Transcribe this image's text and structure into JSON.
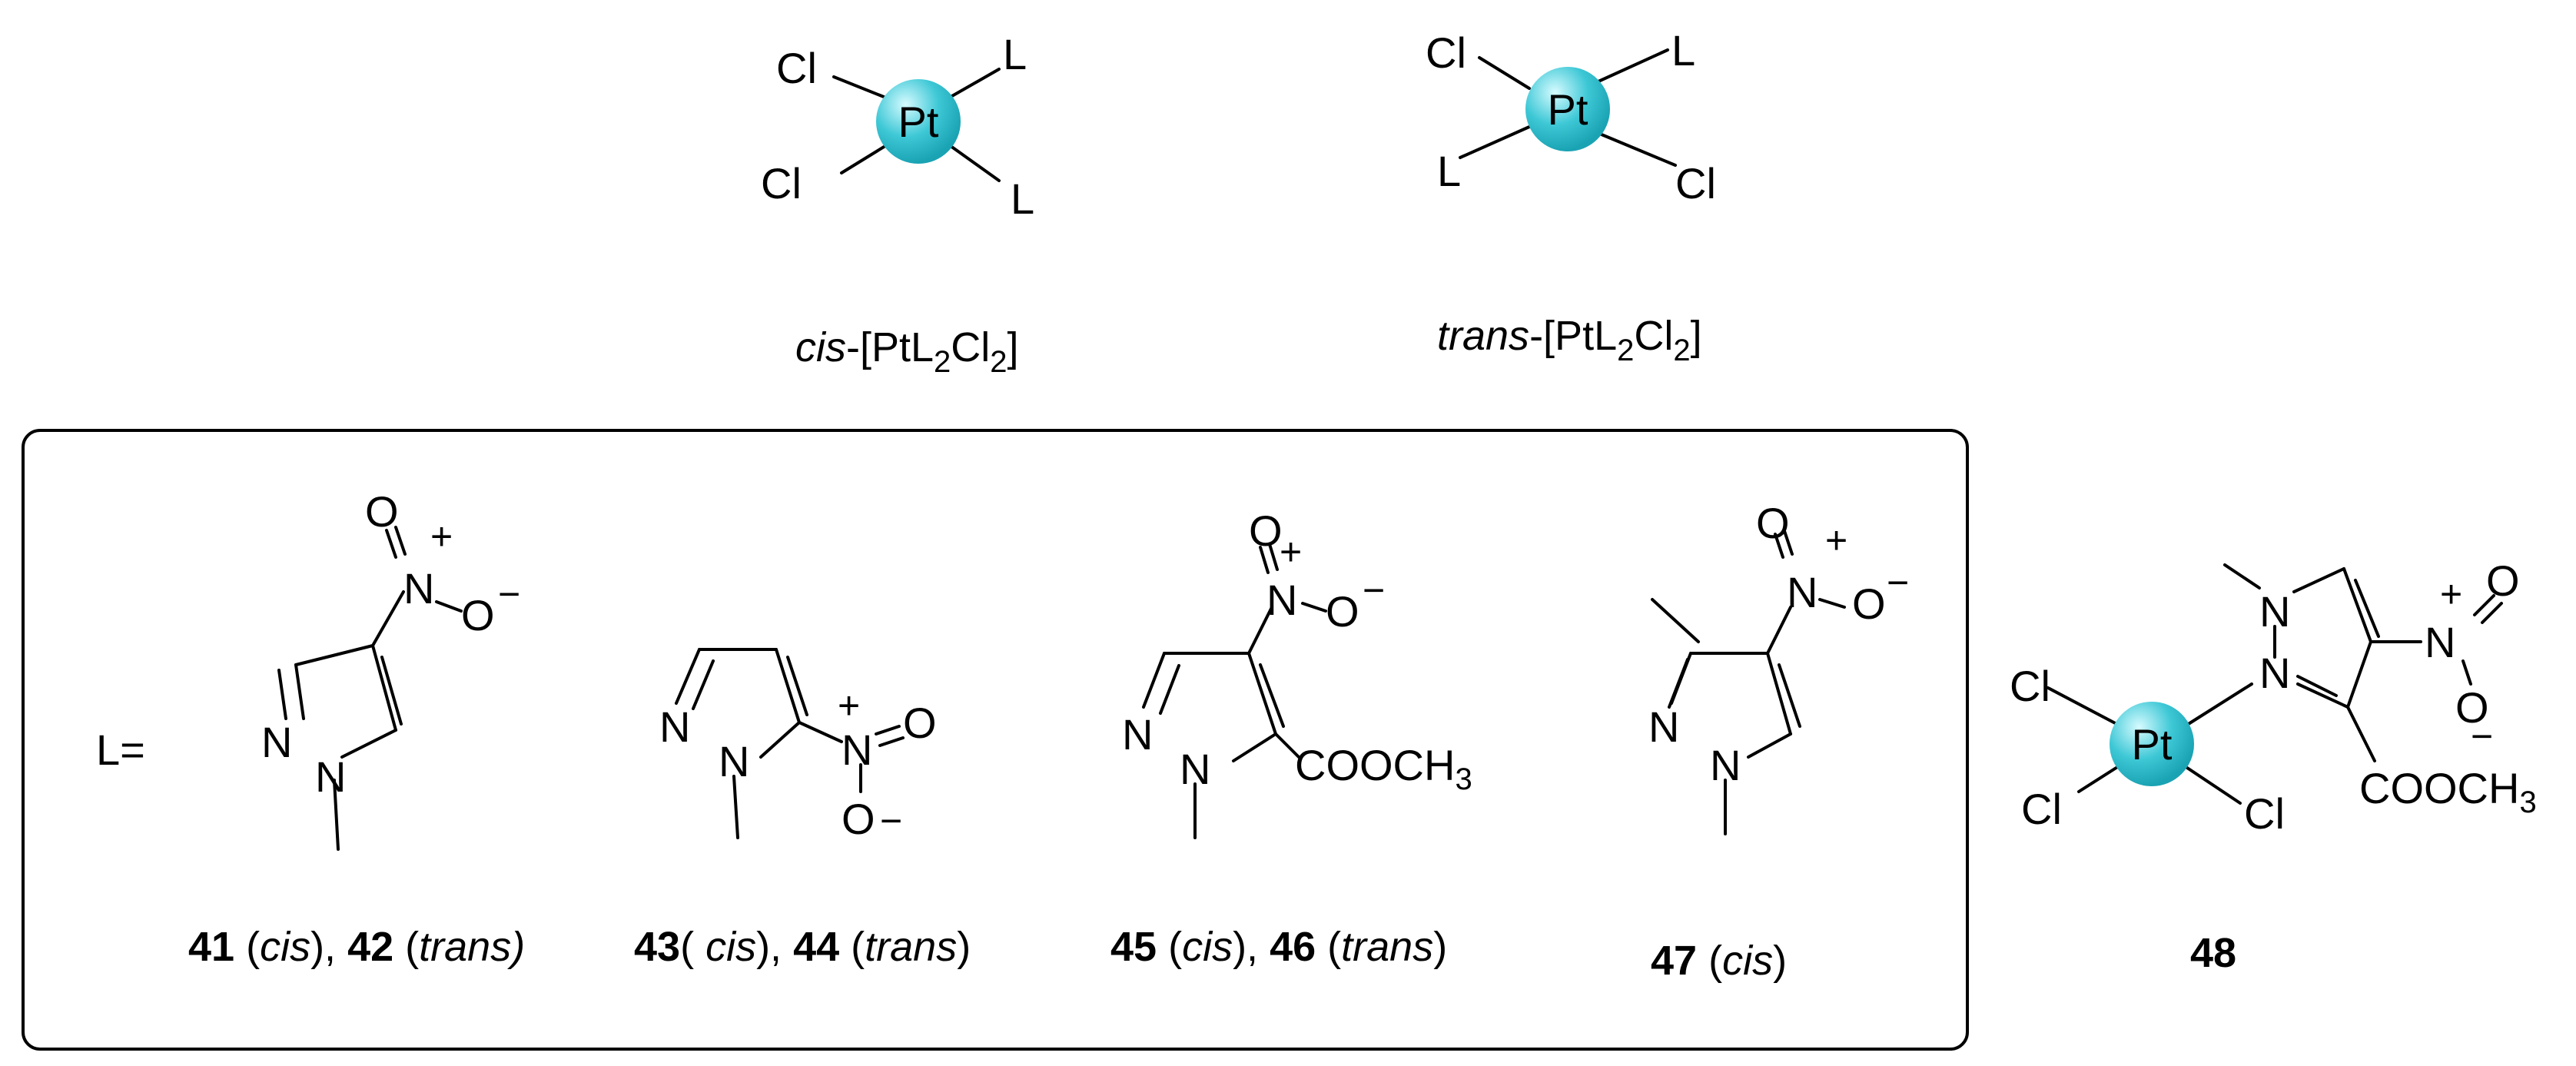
{
  "metal": "Pt",
  "atoms": {
    "chloride": "Cl",
    "ligand": "L",
    "nitrogen": "N",
    "oxygen": "O",
    "plus": "+",
    "minus": "−",
    "ester": "COOCH",
    "ester_sub": "3"
  },
  "captions": {
    "cis_prefix": "cis",
    "trans_prefix": "trans",
    "formula_main": "-[PtL",
    "formula_sub_2a": "2",
    "formula_mid": "Cl",
    "formula_sub_2b": "2",
    "formula_close": "]"
  },
  "legend_label": "L=",
  "compounds": [
    {
      "id_a": "41",
      "tag_a": "cis",
      "id_b": "42",
      "tag_b": "trans"
    },
    {
      "id_a": "43",
      "tag_a": "cis",
      "id_b": "44",
      "tag_b": "trans"
    },
    {
      "id_a": "45",
      "tag_a": "cis",
      "id_b": "46",
      "tag_b": "trans"
    },
    {
      "id_a": "47",
      "tag_a": "cis"
    }
  ],
  "complex_48": "48",
  "colors": {
    "metal_fill": "#3ec8d6",
    "metal_highlight": "#d6fbff",
    "box_stroke": "#000000"
  }
}
